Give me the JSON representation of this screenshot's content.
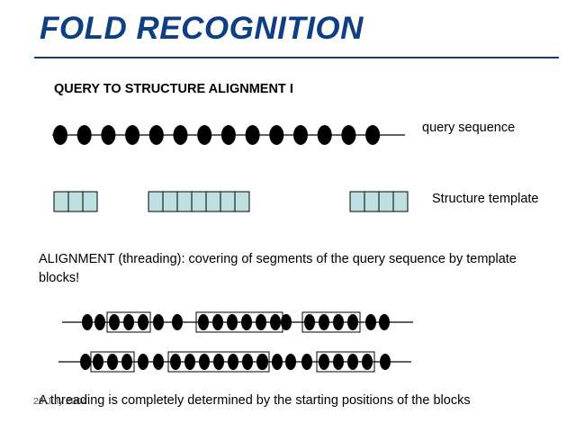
{
  "slide": {
    "title": "FOLD RECOGNITION",
    "subtitle": "QUERY TO STRUCTURE ALIGNMENT I",
    "query_label": "query sequence",
    "template_label": "Structure template",
    "paragraph": "ALIGNMENT (threading): covering of segments of the query sequence by template blocks!",
    "footer_date": "20 July 2004",
    "footer_note": "A threading is completely determined by the starting positions of the blocks"
  },
  "colors": {
    "title": "#0e3e84",
    "block_fill": "#bfe0e2",
    "ink": "#000000"
  },
  "diagram": {
    "query_residue_count": 14,
    "template_blocks": [
      {
        "name": "block-1",
        "cells": 3
      },
      {
        "name": "block-2",
        "cells": 7
      },
      {
        "name": "block-3",
        "cells": 4
      }
    ]
  }
}
